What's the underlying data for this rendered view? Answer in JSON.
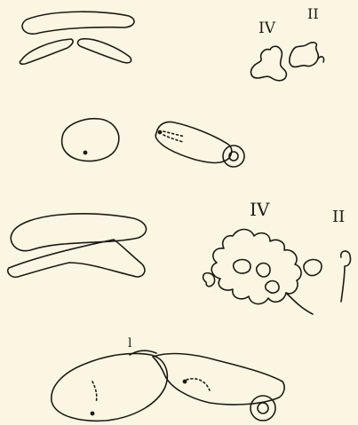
{
  "labels": {
    "top_IV": "IV",
    "top_II": "II",
    "mid_IV": "IV",
    "mid_II": "II",
    "mark_l": "l"
  },
  "colors": {
    "paper": "#fbf6e2",
    "ink": "#1d1a17"
  }
}
